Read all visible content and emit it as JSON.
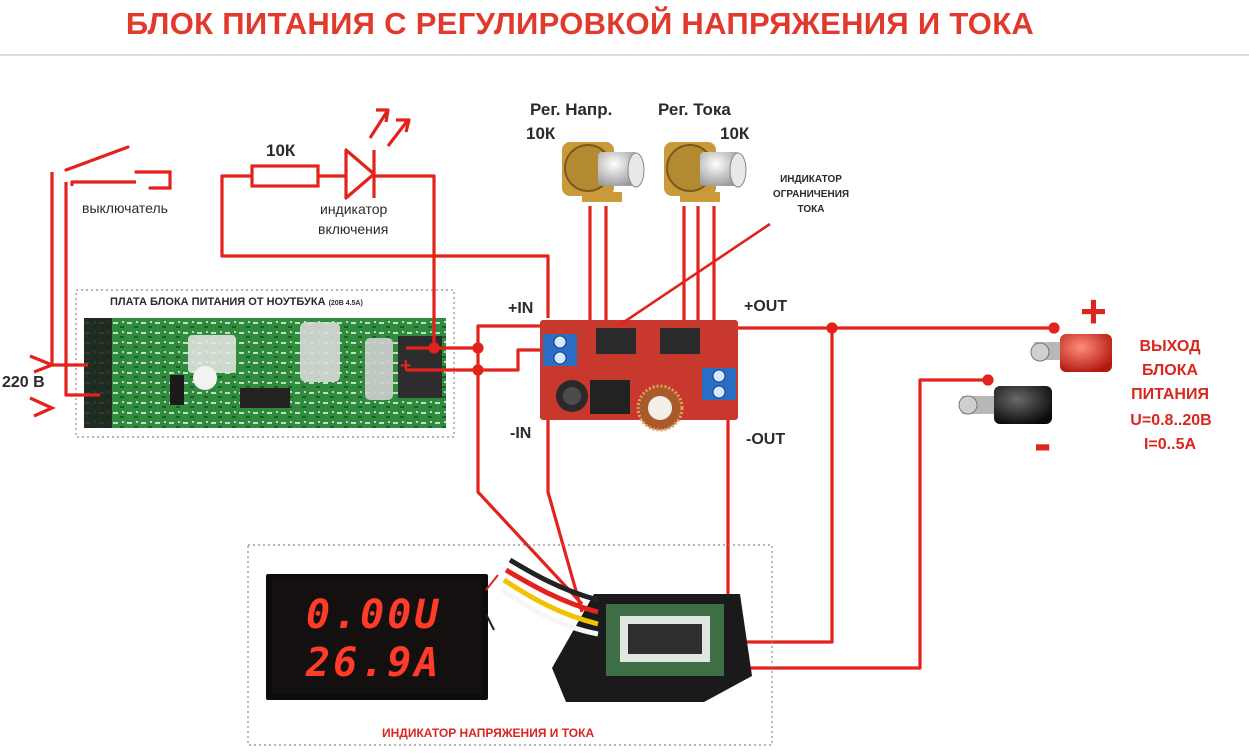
{
  "title": "БЛОК ПИТАНИЯ С РЕГУЛИРОВКОЙ НАПРЯЖЕНИЯ И ТОКА",
  "labels": {
    "switch": "выключатель",
    "resistor": "10К",
    "led_line1": "индикатор",
    "led_line2": "включения",
    "pot_voltage_name": "Рег. Напр.",
    "pot_voltage_value": "10К",
    "pot_current_name": "Рег. Тока",
    "pot_current_value": "10К",
    "limit_line1": "ИНДИКАТОР",
    "limit_line2": "ОГРАНИЧЕНИЯ",
    "limit_line3": "ТОКА",
    "board_main": "ПЛАТА БЛОКА ПИТАНИЯ ОТ НОУТБУКА",
    "board_spec": "(20В 4.5А)",
    "mains": "220 В",
    "in_plus": "+IN",
    "in_minus": "-IN",
    "out_plus": "+OUT",
    "out_minus": "-OUT",
    "plus_sign": "+",
    "minus_sign": "-",
    "out_line1": "ВЫХОД",
    "out_line2": "БЛОКА",
    "out_line3": "ПИТАНИЯ",
    "out_line4": "U=0.8..20В",
    "out_line5": "I=0..5А",
    "meter_label": "ИНДИКАТОР НАПРЯЖЕНИЯ И ТОКА",
    "meter_voltage": "0.00U",
    "meter_current": "26.9A"
  },
  "colors": {
    "wire": "#e3221b",
    "title": "#e03a2c",
    "label_dark": "#2b2b2b",
    "pcb_green": "#2e8c3c",
    "module_red": "#c8382c",
    "terminal_blue": "#2a6fc4",
    "display_segment": "#ff3b2a",
    "display_bg": "#0c0c0c"
  }
}
